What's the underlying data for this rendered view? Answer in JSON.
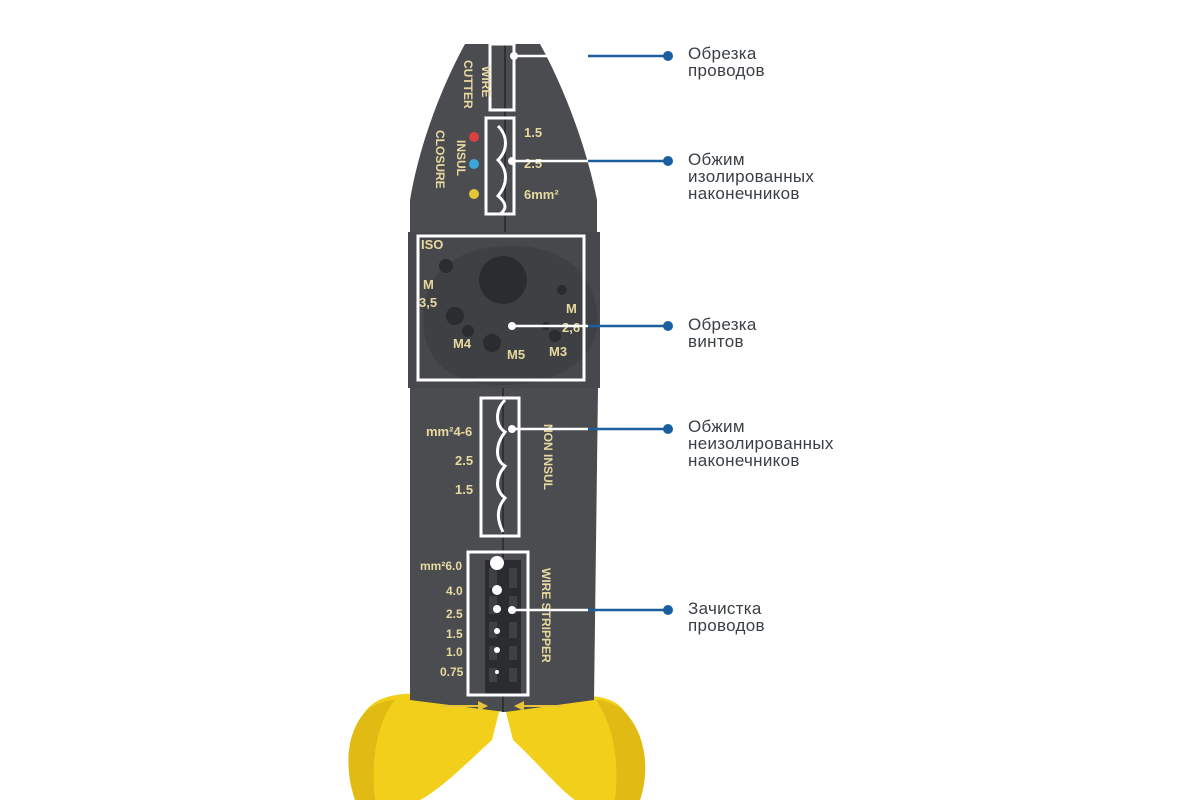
{
  "tool_labels": {
    "wire": "WIRE",
    "cutter": "CUTTER",
    "insul": "INSUL",
    "closure": "CLOSURE",
    "size_1_5": "1.5",
    "size_2_5": "2.5",
    "size_6": "6mm²",
    "iso": "ISO",
    "m_left": "M",
    "m_3_5": "3,5",
    "m_right": "M",
    "m_2_6": "2,6",
    "m4": "M4",
    "m5": "M5",
    "m3": "M3",
    "non_insul": "NON INSUL",
    "mm_4_6": "mm²4-6",
    "crimp_2_5": "2.5",
    "crimp_1_5": "1.5",
    "wire_stripper": "WIRE STRIPPER",
    "strip_6": "mm²6.0",
    "strip_4": "4.0",
    "strip_2_5": "2.5",
    "strip_1_5": "1.5",
    "strip_1_0": "1.0",
    "strip_0_75": "0.75"
  },
  "callouts": [
    {
      "id": "wire-cut",
      "lines": [
        "Обрезка",
        "проводов"
      ]
    },
    {
      "id": "insulated-crimp",
      "lines": [
        "Обжим",
        "изолированных",
        "наконечников"
      ]
    },
    {
      "id": "screw-cut",
      "lines": [
        "Обрезка",
        "винтов"
      ]
    },
    {
      "id": "non-insulated-crimp",
      "lines": [
        "Обжим",
        "неизолированных",
        "наконечников"
      ]
    },
    {
      "id": "wire-strip",
      "lines": [
        "Зачистка",
        "проводов"
      ]
    }
  ],
  "colors": {
    "tool_body": "#4a4c50",
    "tool_edge": "#3a3c40",
    "handle": "#f2cf1a",
    "handle_shadow": "#c9a40c",
    "label_text": "#e8d9a0",
    "callout_line": "#1a5fa0",
    "callout_box": "#ffffff",
    "dot_red": "#d94040",
    "dot_blue": "#3aa7d8",
    "dot_yellow": "#e6c43a"
  }
}
